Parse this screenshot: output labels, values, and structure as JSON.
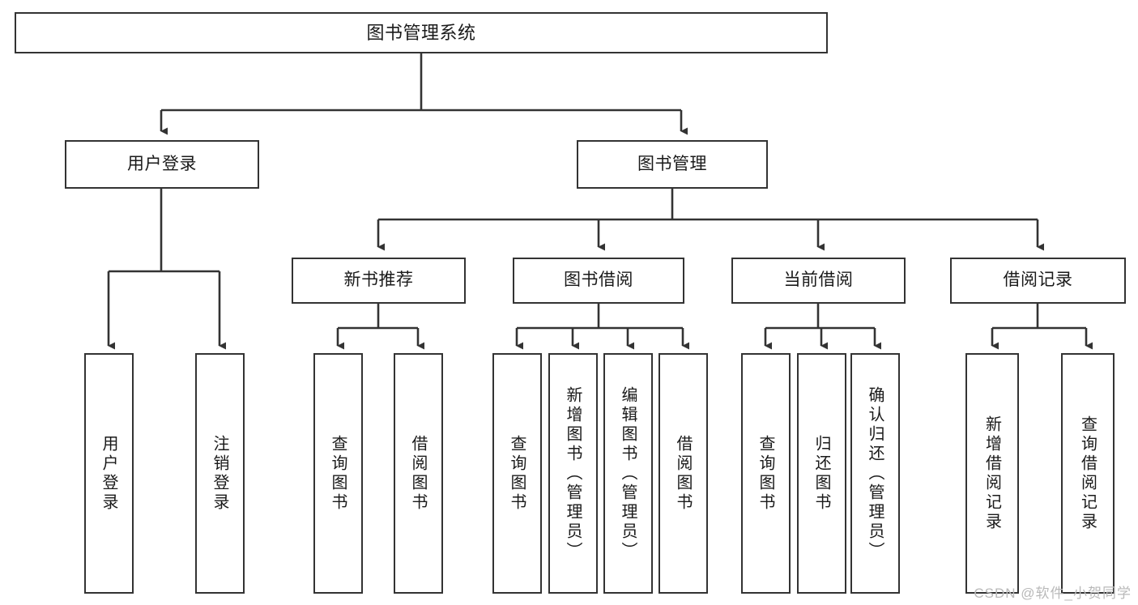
{
  "diagram": {
    "title": "图书管理系统",
    "type": "hierarchy-tree",
    "watermark": "CSDN @软件_小贺同学",
    "colors": {
      "box_border": "#333333",
      "box_fill": "#ffffff",
      "edge": "#333333",
      "text": "#1a1a1a",
      "watermark": "#b9b9b9"
    },
    "nodes": {
      "root": {
        "label": "图书管理系统"
      },
      "level2": [
        {
          "id": "user-login",
          "label": "用户登录"
        },
        {
          "id": "book-manage",
          "label": "图书管理"
        }
      ],
      "level3": [
        {
          "id": "new-book-recommend",
          "label": "新书推荐"
        },
        {
          "id": "book-borrow",
          "label": "图书借阅"
        },
        {
          "id": "current-borrow",
          "label": "当前借阅"
        },
        {
          "id": "borrow-record",
          "label": "借阅记录"
        }
      ],
      "leaves": {
        "user_login": [
          {
            "id": "leaf-user-login",
            "label": "用户登录"
          },
          {
            "id": "leaf-logout",
            "label": "注销登录"
          }
        ],
        "new_book_recommend": [
          {
            "id": "leaf-query-book-1",
            "label": "查询图书"
          },
          {
            "id": "leaf-borrow-book-1",
            "label": "借阅图书"
          }
        ],
        "book_borrow": [
          {
            "id": "leaf-query-book-2",
            "label": "查询图书"
          },
          {
            "id": "leaf-add-book",
            "label": "新增图书（管理员）"
          },
          {
            "id": "leaf-edit-book",
            "label": "编辑图书（管理员）"
          },
          {
            "id": "leaf-borrow-book-2",
            "label": "借阅图书"
          }
        ],
        "current_borrow": [
          {
            "id": "leaf-query-book-3",
            "label": "查询图书"
          },
          {
            "id": "leaf-return-book",
            "label": "归还图书"
          },
          {
            "id": "leaf-confirm-return",
            "label": "确认归还（管理员）"
          }
        ],
        "borrow_record": [
          {
            "id": "leaf-add-record",
            "label": "新增借阅记录"
          },
          {
            "id": "leaf-query-record",
            "label": "查询借阅记录"
          }
        ]
      }
    }
  }
}
